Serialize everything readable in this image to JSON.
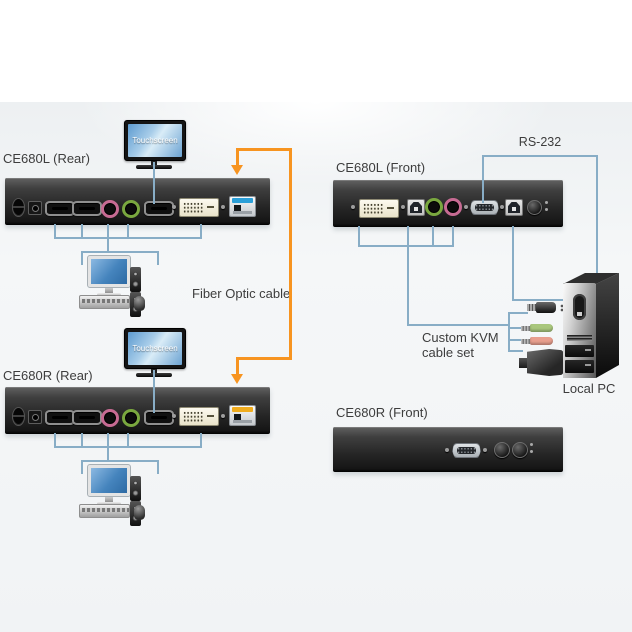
{
  "labels": {
    "ce680l_rear": "CE680L (Rear)",
    "ce680r_rear": "CE680R (Rear)",
    "ce680l_front": "CE680L (Front)",
    "ce680r_front": "CE680R (Front)",
    "touchscreen_top": "Touchscreen",
    "touchscreen_bottom": "Touchscreen",
    "local_pc": "Local PC",
    "rs232": "RS-232",
    "fiber_optic": "Fiber Optic cable",
    "kvm_cable_line1": "Custom KVM",
    "kvm_cable_line2": "cable set"
  },
  "colors": {
    "cable_blue": "#88adc6",
    "cable_orange": "#f79420",
    "sfp_latch_ce680l": "#2b9fd8",
    "sfp_latch_ce680r": "#f0ac1e",
    "audio_jack_pink": "#c76b93",
    "audio_jack_green": "#7aa83f",
    "kvm_plug_green": "#a9c77d",
    "kvm_plug_pink": "#e89f8e",
    "dvi_port_face": "#f2ecd4",
    "panel_body": "#2a2a2a"
  },
  "icons": {
    "hdmi-port-icon": "css-shape",
    "dvi-port-icon": "css-shape",
    "sfp-fiber-port-icon": "css-shape",
    "audio-mic-jack-icon": "css-shape",
    "audio-speaker-jack-icon": "css-shape",
    "usb-b-port-icon": "css-shape",
    "serial-db9-port-icon": "css-shape",
    "power-jack-icon": "css-shape",
    "push-button-icon": "css-shape",
    "led-indicator-icon": "css-shape",
    "monitor-icon": "css-shape",
    "touchscreen-monitor-icon": "css-shape",
    "microphone-icon": "css-shape",
    "speakers-icon": "css-shape",
    "keyboard-icon": "css-shape",
    "mouse-icon": "css-shape",
    "pc-tower-icon": "css-shape",
    "down-arrow-icon": "css-triangle"
  }
}
